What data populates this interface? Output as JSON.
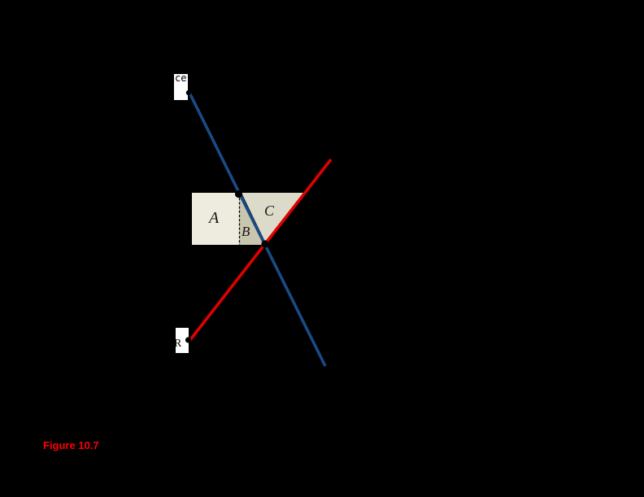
{
  "figure": {
    "caption": "Figure 10.7",
    "caption_color": "#ff0000",
    "background_color": "#000000"
  },
  "diagram": {
    "price_label_fragment": "ce",
    "origin_label": "R",
    "regions": [
      {
        "label": "A",
        "fill": "#edecdf"
      },
      {
        "label": "B",
        "fill": "#c8c6af"
      },
      {
        "label": "C",
        "fill": "#dcdbca"
      }
    ],
    "blue_line": {
      "color": "#1a4a85"
    },
    "red_line": {
      "color": "#e00000"
    },
    "dashed_line_color": "#000000",
    "marker_color": "#000000",
    "label_box_color": "#ffffff"
  }
}
